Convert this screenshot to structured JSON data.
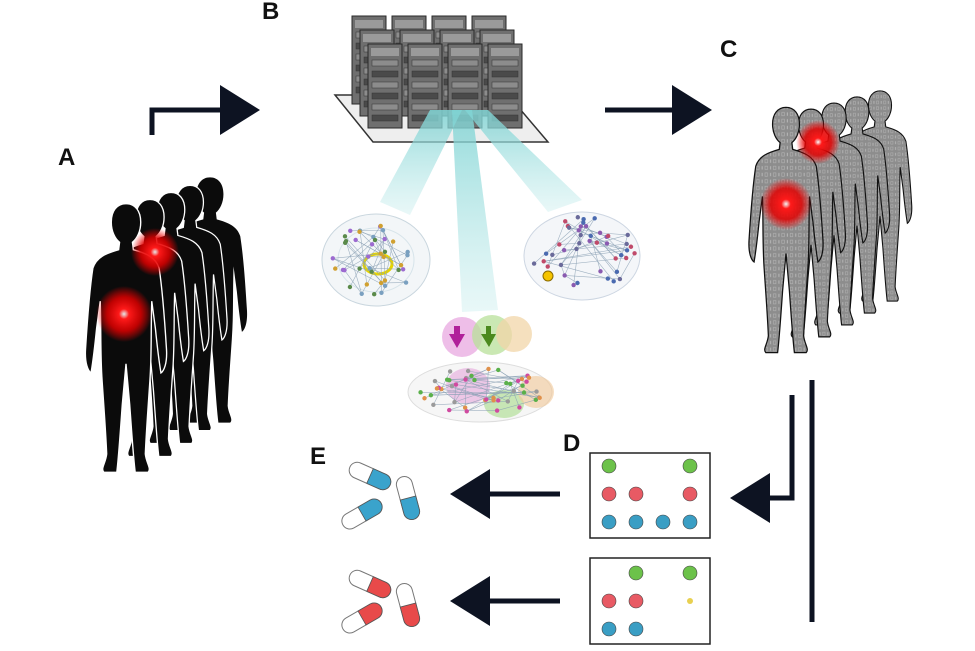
{
  "panels": {
    "a": "A",
    "b": "B",
    "c": "C",
    "d": "D",
    "e": "E"
  },
  "colors": {
    "silhouette_dark": "#0b0b0b",
    "silhouette_gray": "#8a8a8a",
    "hotspot_red": "#ff1a1a",
    "dot_green": "#6cc24a",
    "dot_red": "#e85a64",
    "dot_blue": "#3a9ec4",
    "capsule_blue": "#3aa3cc",
    "capsule_red": "#e84a4a",
    "beam_cyan": "#9fdcdc",
    "arrow": "#0d1322"
  },
  "icons": [
    "patient-silhouette-icon",
    "server-rack-icon",
    "network-graph-icon",
    "pill-capsule-icon",
    "arrow-icon"
  ],
  "grids": [
    {
      "rows": [
        [
          "green",
          null,
          null,
          "green"
        ],
        [
          "red",
          "red",
          null,
          "red"
        ],
        [
          "blue",
          "blue",
          "blue",
          "blue"
        ]
      ]
    },
    {
      "rows": [
        [
          null,
          "green",
          null,
          "green"
        ],
        [
          "red",
          "red",
          null,
          "yellow"
        ],
        [
          "blue",
          "blue",
          null,
          null
        ]
      ]
    }
  ],
  "pills": [
    {
      "color": "blue",
      "count": 3
    },
    {
      "color": "red",
      "count": 3
    }
  ]
}
